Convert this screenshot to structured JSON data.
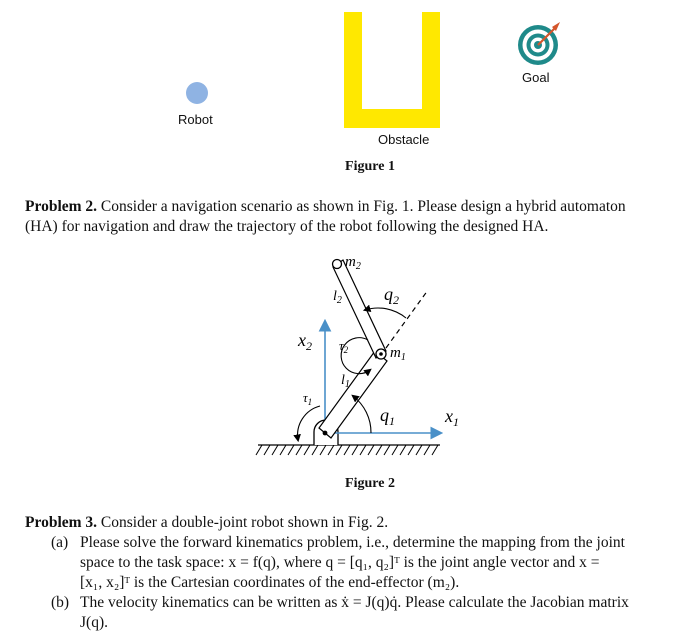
{
  "figure1": {
    "robot_label": "Robot",
    "obstacle_label": "Obstacle",
    "goal_label": "Goal",
    "caption": "Figure 1",
    "colors": {
      "robot": "#8fb3e3",
      "obstacle": "#ffe800",
      "goal_ring": "#1f8a8a",
      "goal_arrow": "#d4552b"
    }
  },
  "problem2": {
    "label": "Problem 2.",
    "line1": "Consider a navigation scenario as shown in Fig. 1. Please design a hybrid automaton",
    "line2": "(HA) for navigation and draw the trajectory of the robot following the designed HA."
  },
  "figure2": {
    "caption": "Figure 2",
    "labels": {
      "m2": "m",
      "m2_sub": "2",
      "m1": "m",
      "m1_sub": "1",
      "l2": "l",
      "l2_sub": "2",
      "l1": "l",
      "l1_sub": "1",
      "q2": "q",
      "q2_sub": "2",
      "q1": "q",
      "q1_sub": "1",
      "tau2": "τ",
      "tau2_sub": "2",
      "tau1": "τ",
      "tau1_sub": "1",
      "x2": "x",
      "x2_sub": "2",
      "x1": "x",
      "x1_sub": "1"
    }
  },
  "problem3": {
    "label": "Problem 3.",
    "intro": "Consider a double-joint robot shown in Fig. 2.",
    "a_marker": "(a)",
    "a_line1": "Please solve the forward kinematics problem, i.e., determine the mapping from the joint",
    "a_line2": "space to the task space: x = f(q), where q = [q₁, q₂]ᵀ is the joint angle vector and x =",
    "a_line3": "[x₁, x₂]ᵀ is the Cartesian coordinates of the end-effector (m₂).",
    "b_marker": "(b)",
    "b_line1": "The velocity kinematics can be written as ẋ = J(q)q̇. Please calculate the Jacobian matrix",
    "b_line2": "J(q)."
  }
}
